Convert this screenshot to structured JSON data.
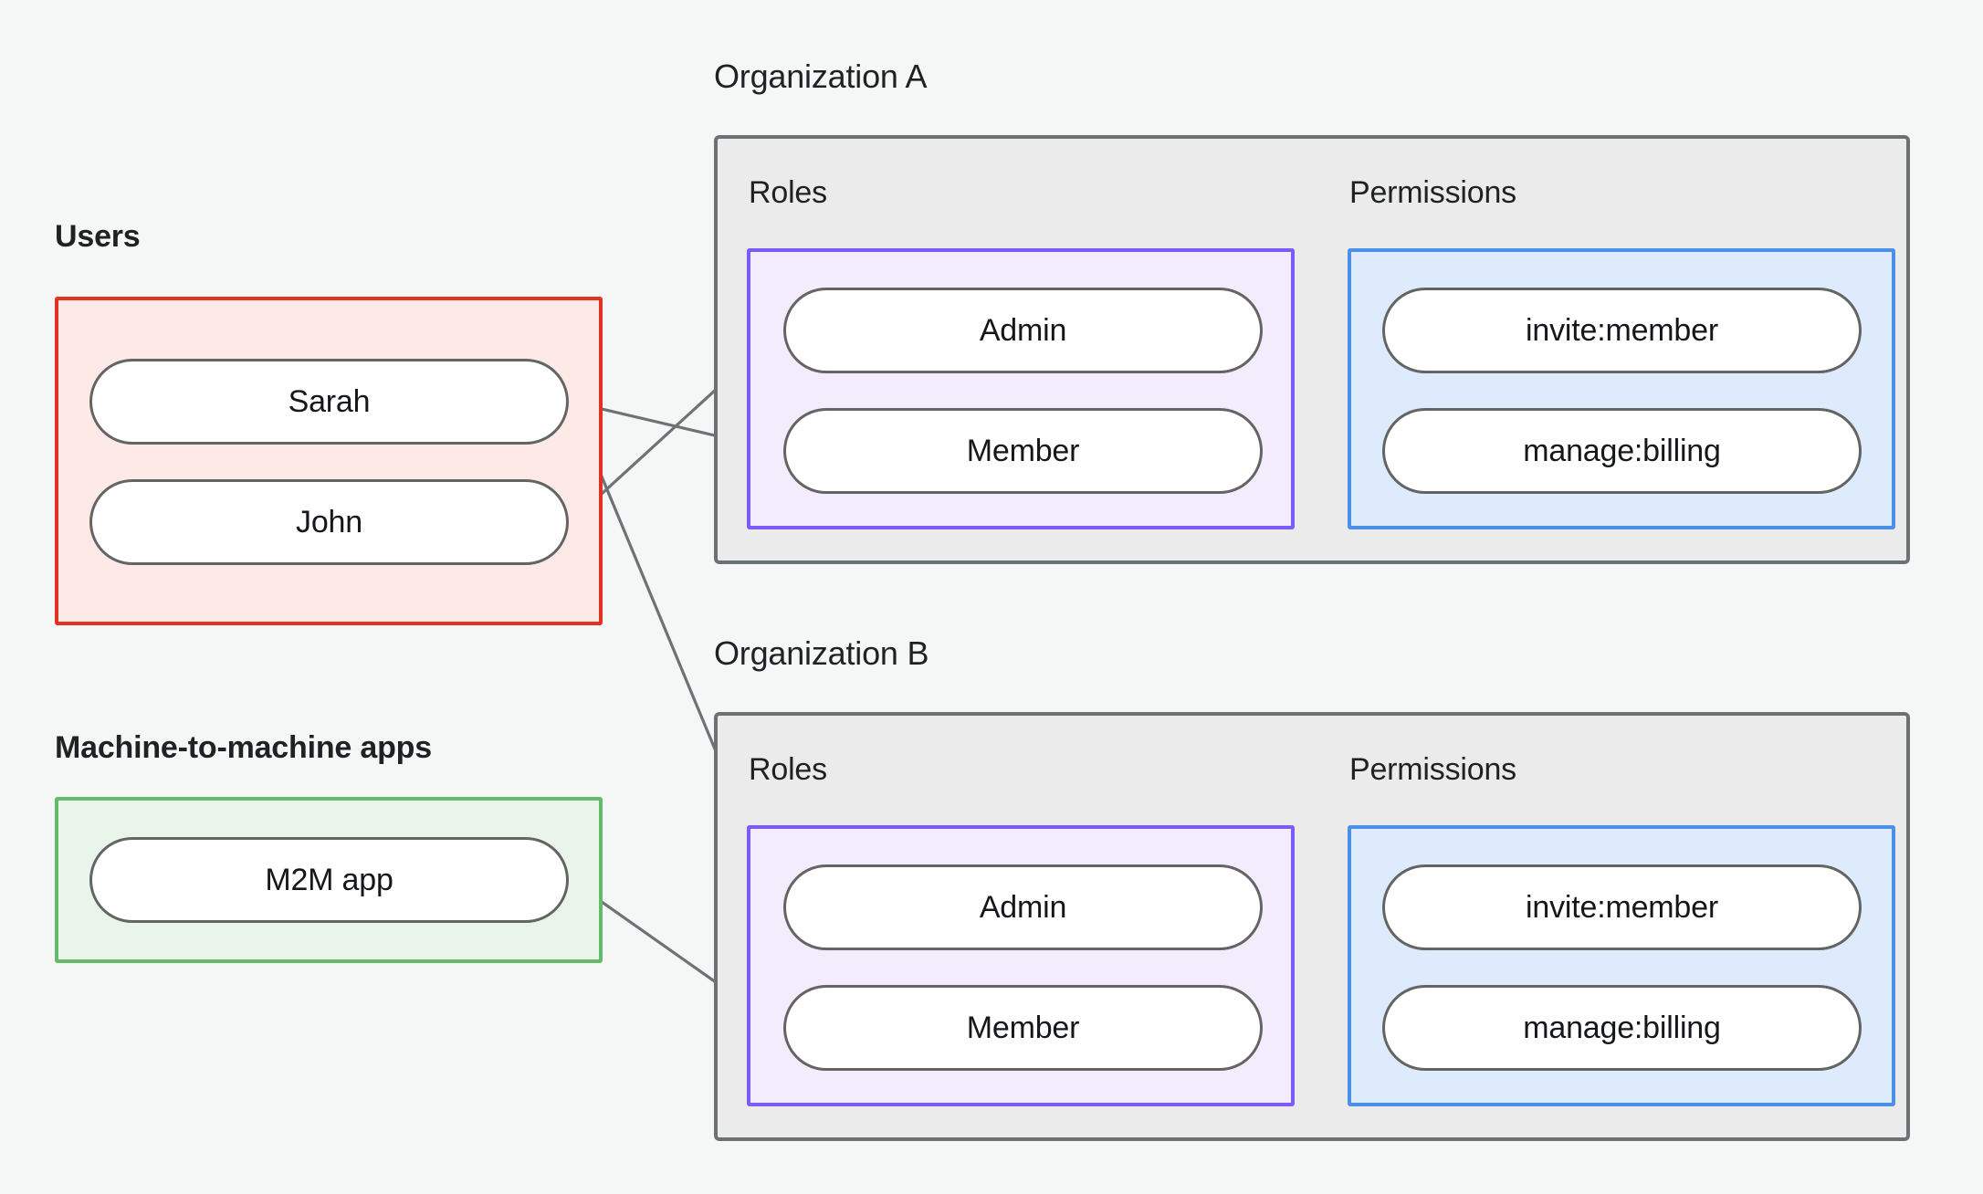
{
  "diagram": {
    "background_color": "#f4f7f6",
    "edge_color": "#6e7276",
    "node_border_color": "#646464"
  },
  "users_section": {
    "caption": "Users",
    "border_color": "#e13224",
    "fill_color": "#fdeae7",
    "nodes": [
      {
        "label": "Sarah"
      },
      {
        "label": "John"
      }
    ]
  },
  "m2m_section": {
    "caption": "Machine-to-machine apps",
    "border_color": "#63bb6b",
    "fill_color": "#e9f5ea",
    "nodes": [
      {
        "label": "M2M app"
      }
    ]
  },
  "organizations": [
    {
      "caption": "Organization A",
      "border_color": "#6c7174",
      "fill_color": "#ebebeb",
      "roles": {
        "caption": "Roles",
        "border_color": "#7b5cfa",
        "fill_color": "#f3ecfd",
        "items": [
          {
            "label": "Admin"
          },
          {
            "label": "Member"
          }
        ]
      },
      "permissions": {
        "caption": "Permissions",
        "border_color": "#4a90e8",
        "fill_color": "#ddebfd",
        "items": [
          {
            "label": "invite:member"
          },
          {
            "label": "manage:billing"
          }
        ]
      }
    },
    {
      "caption": "Organization B",
      "border_color": "#6c7174",
      "fill_color": "#ebebeb",
      "roles": {
        "caption": "Roles",
        "border_color": "#7b5cfa",
        "fill_color": "#f3ecfd",
        "items": [
          {
            "label": "Admin"
          },
          {
            "label": "Member"
          }
        ]
      },
      "permissions": {
        "caption": "Permissions",
        "border_color": "#4a90e8",
        "fill_color": "#ddebfd",
        "items": [
          {
            "label": "invite:member"
          },
          {
            "label": "manage:billing"
          }
        ]
      }
    }
  ],
  "connections": [
    {
      "from": "Sarah",
      "to": "Organization A / Member"
    },
    {
      "from": "Sarah",
      "to": "Organization B / Admin"
    },
    {
      "from": "John",
      "to": "Organization A / Admin"
    },
    {
      "from": "M2M app",
      "to": "Organization B / Member"
    },
    {
      "from": "Organization A / Admin",
      "to": "Organization A / invite:member"
    },
    {
      "from": "Organization A / Admin",
      "to": "Organization A / manage:billing"
    },
    {
      "from": "Organization A / Member",
      "to": "Organization A / manage:billing"
    },
    {
      "from": "Organization B / Admin",
      "to": "Organization B / invite:member"
    },
    {
      "from": "Organization B / Admin",
      "to": "Organization B / manage:billing"
    },
    {
      "from": "Organization B / Member",
      "to": "Organization B / manage:billing"
    }
  ]
}
